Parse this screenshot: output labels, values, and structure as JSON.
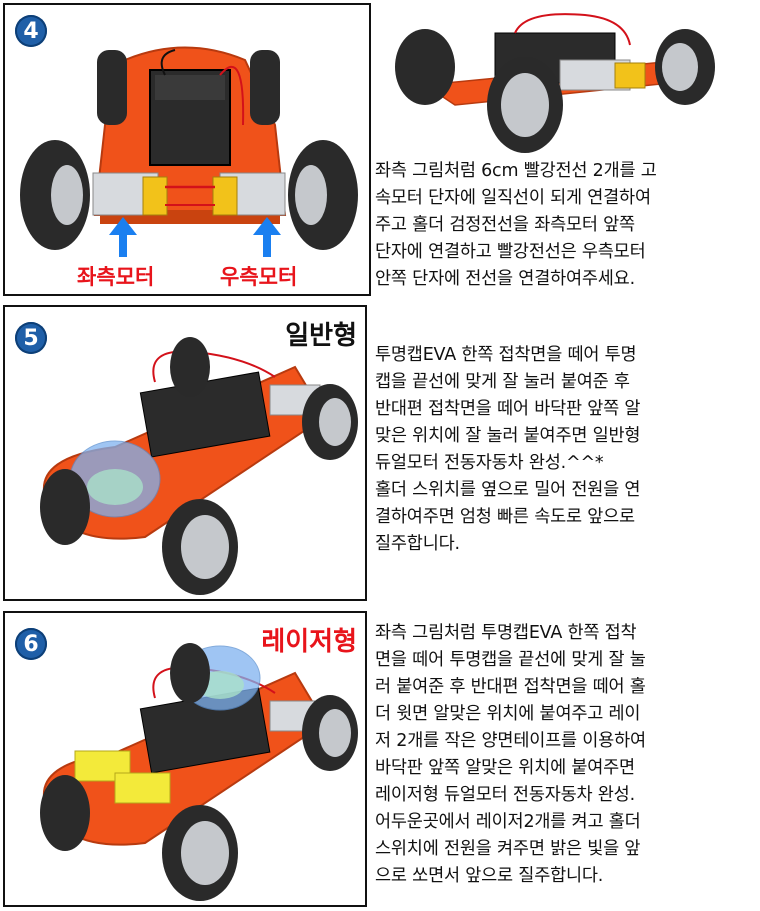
{
  "steps": [
    {
      "number": "4",
      "label": "",
      "left_motor_label": "좌측모터",
      "right_motor_label": "우측모터",
      "description": "좌측 그림처럼 6cm 빨강전선 2개를 고\n속모터 단자에 일직선이 되게 연결하여\n주고 홀더 검정전선을 좌측모터 앞쪽\n단자에 연결하고 빨강전선은 우측모터\n안쪽 단자에 전선을 연결하여주세요."
    },
    {
      "number": "5",
      "label": "일반형",
      "description": "투명캡EVA 한쪽 접착면을 떼어 투명\n캡을 끝선에 맞게 잘 눌러 붙여준 후\n반대편 접착면을 떼어 바닥판 앞쪽 알\n맞은 위치에 잘 눌러 붙여주면 일반형\n듀얼모터 전동자동차 완성.^^*\n홀더 스위치를 옆으로 밀어 전원을 연\n결하여주면 엄청 빠른 속도로 앞으로\n질주합니다."
    },
    {
      "number": "6",
      "label": "레이저형",
      "description": "좌측 그림처럼 투명캡EVA 한쪽 접착\n면을 떼어 투명캡을 끝선에 맞게 잘 눌\n러 붙여준 후 반대편 접착면을 떼어 홀\n더 윗면 알맞은 위치에 붙여주고 레이\n저 2개를 작은 양면테이프를 이용하여\n바닥판 앞쪽 알맞은 위치에 붙여주면\n레이저형 듀얼모터 전동자동차 완성.\n어두운곳에서 레이저2개를 켜고 홀더\n스위치에 전원을 켜주면 밝은 빛을 앞\n으로 쏘면서 앞으로 질주합니다."
    }
  ],
  "colors": {
    "badge": "#1f5fa8",
    "accent_red": "#e8141b",
    "chassis": "#f0521a",
    "motor": "#d7dade",
    "tire": "#2a2a2a",
    "gear": "#f2c21a",
    "laser": "#f3ea3a",
    "dome": "#7fb2f0"
  }
}
